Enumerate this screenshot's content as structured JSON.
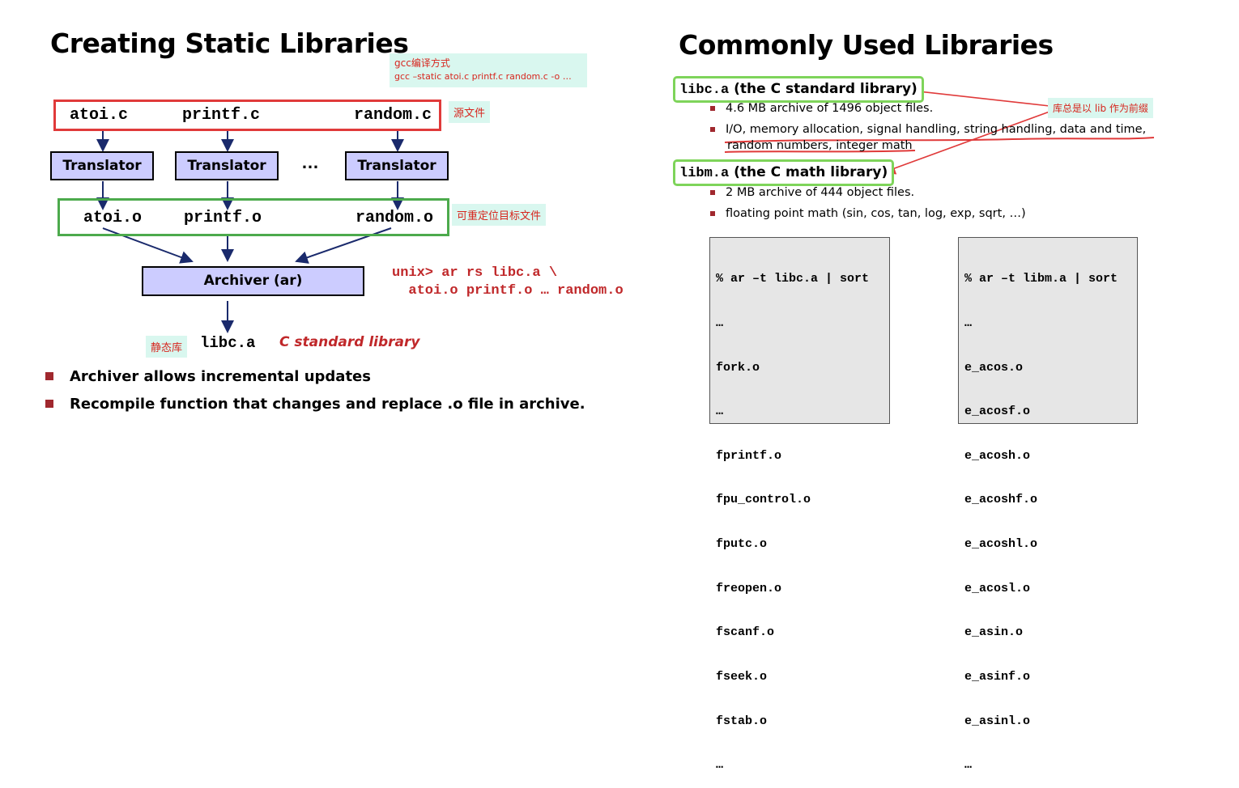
{
  "left": {
    "title": "Creating Static Libraries",
    "gcc_note": {
      "line1": "gcc编译方式",
      "line2": "gcc –static atoi.c printf.c random.c -o …"
    },
    "sources": [
      "atoi.c",
      "printf.c",
      "random.c"
    ],
    "source_note": "源文件",
    "translator_label": "Translator",
    "ellipsis": "…",
    "objects": [
      "atoi.o",
      "printf.o",
      "random.o"
    ],
    "object_note": "可重定位目标文件",
    "archiver_label": "Archiver (ar)",
    "command": {
      "line1": "unix> ar rs libc.a \\",
      "line2": "  atoi.o printf.o … random.o"
    },
    "static_note": "静态库",
    "output_file": "libc.a",
    "output_caption": "C standard library",
    "bullets": [
      "Archiver allows incremental updates",
      "Recompile function that changes and replace .o file in archive."
    ]
  },
  "right": {
    "title": "Commonly Used Libraries",
    "libc": {
      "name": "libc.a",
      "desc": " (the C standard library)",
      "items": [
        "4.6 MB archive of 1496 object files.",
        "I/O, memory allocation, signal handling, string handling, data and time,",
        "random numbers, integer math"
      ]
    },
    "libm": {
      "name": "libm.a",
      "desc": " (the C math library)",
      "items": [
        "2 MB archive of 444 object files.",
        "floating point math (sin, cos, tan, log, exp, sqrt, …)"
      ]
    },
    "prefix_note": "库总是以 lib 作为前缀",
    "libc_listing": {
      "command": "% ar –t libc.a | sort",
      "lines": [
        "…",
        "fork.o",
        "…",
        "fprintf.o",
        "fpu_control.o",
        "fputc.o",
        "freopen.o",
        "fscanf.o",
        "fseek.o",
        "fstab.o",
        "…"
      ]
    },
    "libm_listing": {
      "command": "% ar –t libm.a | sort",
      "lines": [
        "…",
        "e_acos.o",
        "e_acosf.o",
        "e_acosh.o",
        "e_acoshf.o",
        "e_acoshl.o",
        "e_acosl.o",
        "e_asin.o",
        "e_asinf.o",
        "e_asinl.o",
        "…"
      ]
    }
  },
  "colors": {
    "red": "#e03a3a",
    "green": "#4caa4c",
    "box_fill": "#ccccff",
    "note_bg": "#d9f7ef",
    "bullet": "#a0282e"
  }
}
